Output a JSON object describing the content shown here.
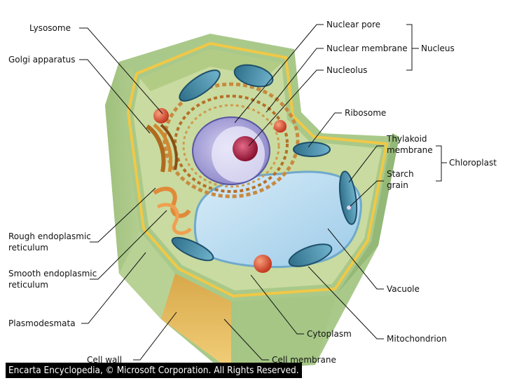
{
  "diagram": {
    "labels": {
      "lysosome": "Lysosome",
      "golgi": "Golgi apparatus",
      "nuclear_pore": "Nuclear pore",
      "nuclear_membrane": "Nuclear membrane",
      "nucleus": "Nucleus",
      "nucleolus": "Nucleolus",
      "ribosome": "Ribosome",
      "thylakoid_1": "Thylakoid",
      "thylakoid_2": "membrane",
      "chloroplast": "Chloroplast",
      "starch_1": "Starch",
      "starch_2": "grain",
      "rough_er_1": "Rough endoplasmic",
      "rough_er_2": "reticulum",
      "smooth_er_1": "Smooth endoplasmic",
      "smooth_er_2": "reticulum",
      "plasmodesmata": "Plasmodesmata",
      "vacuole": "Vacuole",
      "cytoplasm": "Cytoplasm",
      "mitochondrion": "Mitochondrion",
      "cell_wall": "Cell wall",
      "cell_membrane": "Cell membrane"
    },
    "credit": "Encarta Encyclopedia, © Microsoft Corporation. All Rights Reserved."
  }
}
